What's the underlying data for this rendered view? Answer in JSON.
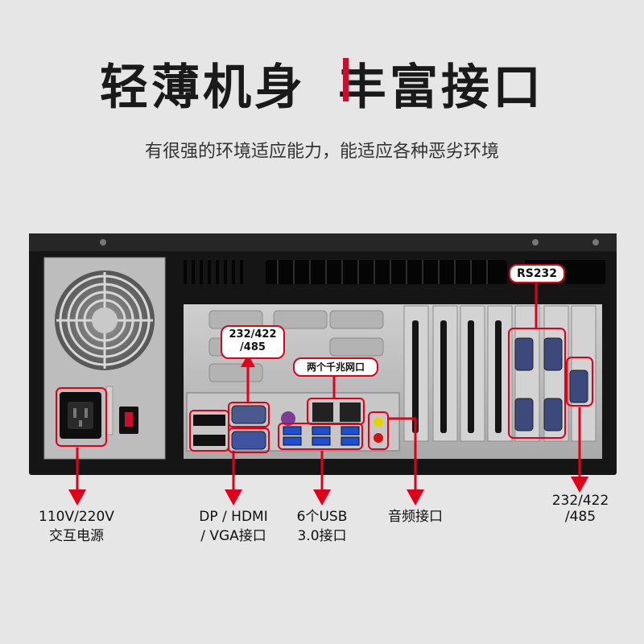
{
  "header": {
    "title_left": "轻薄机身",
    "title_right": "丰富接口",
    "subtitle": "有很强的环境适应能力，能适应各种恶劣环境"
  },
  "callouts": {
    "rs232": "RS232",
    "serial_left_1": "232/422",
    "serial_left_2": "/485",
    "lan": "两个千兆网口"
  },
  "labels": {
    "power_1": "110V/220V",
    "power_2": "交互电源",
    "display_1": "DP / HDMI",
    "display_2": "/ VGA接口",
    "usb_1": "6个USB",
    "usb_2": "3.0接口",
    "audio": "音频接口",
    "serial_right_1": "232/422",
    "serial_right_2": "/485"
  },
  "colors": {
    "accent": "#e0001a",
    "chassis": "#1c1c1c",
    "io_panel": "#bdbdbd"
  }
}
